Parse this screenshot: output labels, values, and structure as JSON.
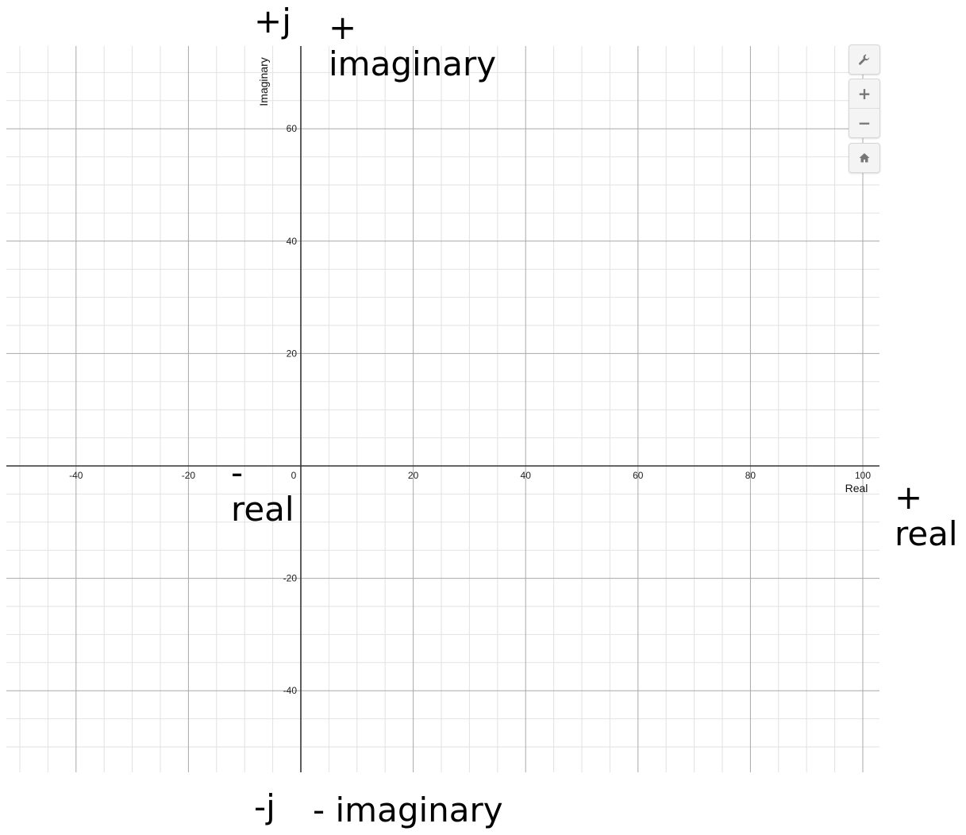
{
  "chart_data": {
    "type": "scatter",
    "title": "",
    "xlabel": "Real",
    "ylabel": "Imaginary",
    "xlim": [
      -52,
      103
    ],
    "ylim": [
      -55,
      73
    ],
    "x_ticks": [
      -40,
      -20,
      0,
      20,
      40,
      60,
      80,
      100
    ],
    "y_ticks": [
      -40,
      -20,
      20,
      40,
      60
    ],
    "x_tick_labels": [
      "-40",
      "-20",
      "0",
      "20",
      "40",
      "60",
      "80",
      "100"
    ],
    "y_tick_labels": [
      "-40",
      "-20",
      "20",
      "40",
      "60"
    ],
    "major_grid_step": 20,
    "minor_grid_step": 5,
    "grid": true,
    "series": []
  },
  "annotations": {
    "plus_j": "+j",
    "plus_imaginary": "+\nimaginary",
    "minus_real": "-\nreal",
    "plus_real": "+\nreal",
    "minus_j": "-j",
    "minus_imaginary": "- imaginary"
  },
  "controls": {
    "settings_icon": "wrench-icon",
    "zoom_in_label": "+",
    "zoom_out_label": "−",
    "home_icon": "home-icon"
  },
  "colors": {
    "axis": "#333333",
    "major_grid": "#a8a8a8",
    "minor_grid": "#e2e2e2",
    "control_icon": "#777777"
  }
}
